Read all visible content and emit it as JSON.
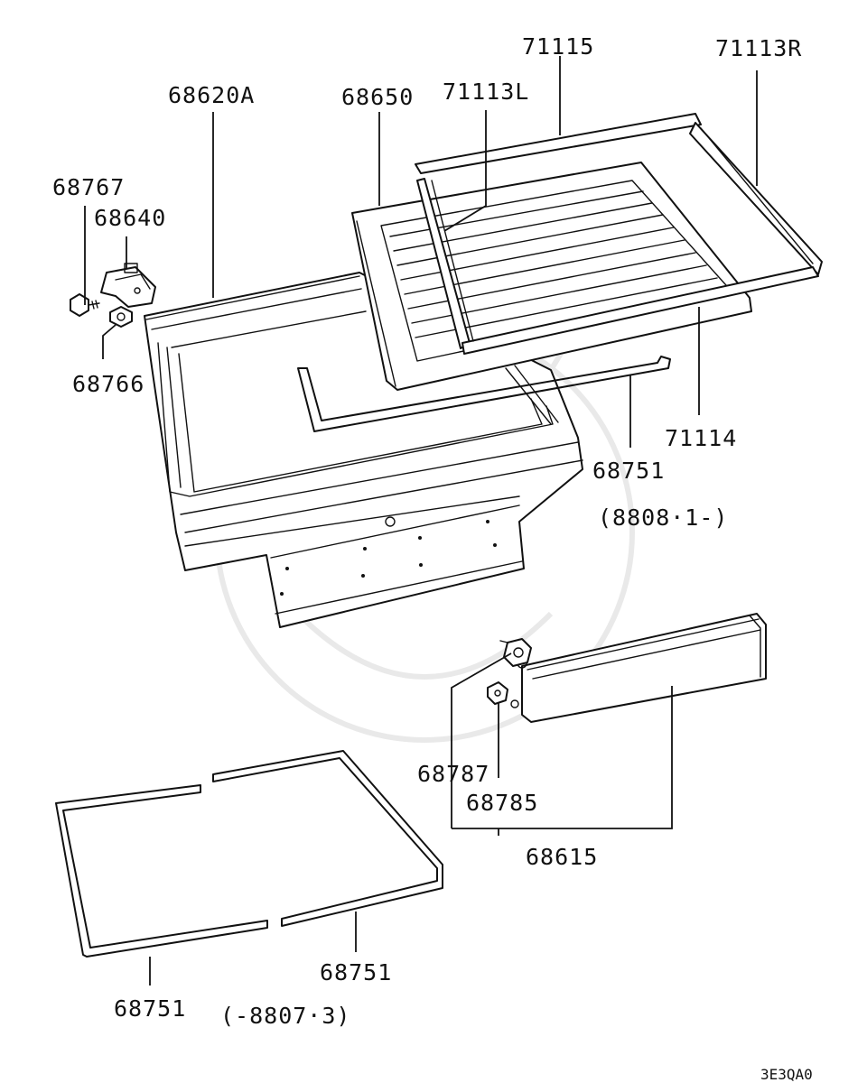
{
  "labels": {
    "p71115": "71115",
    "p71113R": "71113R",
    "p68620A": "68620A",
    "p68650": "68650",
    "p71113L": "71113L",
    "p68767": "68767",
    "p68640": "68640",
    "p68766": "68766",
    "p71114": "71114",
    "p68751_upper": "68751",
    "p68787": "68787",
    "p68785": "68785",
    "p68615": "68615",
    "p68751_lower_right": "68751",
    "p68751_lower_left": "68751"
  },
  "notes": {
    "from_date": "(8808·1-)",
    "to_date": "(-8807·3)"
  },
  "diagram_code": "3E3QA0"
}
